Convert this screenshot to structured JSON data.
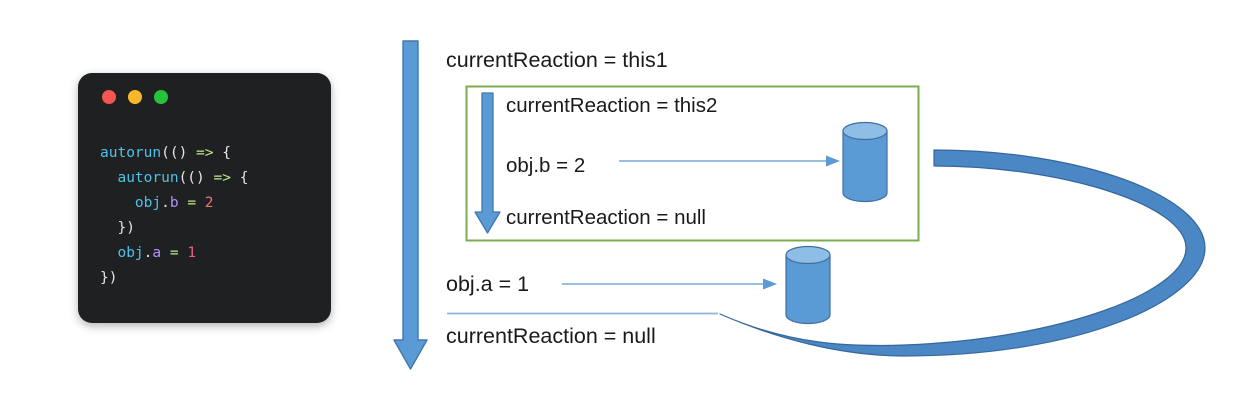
{
  "code_window": {
    "name": "code-snippet-window",
    "traffic_lights": [
      {
        "name": "close-button",
        "color": "#f1564f"
      },
      {
        "name": "minimize-button",
        "color": "#fbb72c"
      },
      {
        "name": "maximize-button",
        "color": "#27c23d"
      }
    ],
    "lines": [
      {
        "indent": 0,
        "tokens": [
          {
            "t": "autorun",
            "c": "fn"
          },
          {
            "t": "(() ",
            "c": "punct"
          },
          {
            "t": "=>",
            "c": "arrow"
          },
          {
            "t": " {",
            "c": "brace"
          }
        ]
      },
      {
        "indent": 1,
        "tokens": [
          {
            "t": "autorun",
            "c": "fn"
          },
          {
            "t": "(() ",
            "c": "punct"
          },
          {
            "t": "=>",
            "c": "arrow"
          },
          {
            "t": " {",
            "c": "brace"
          }
        ]
      },
      {
        "indent": 2,
        "tokens": [
          {
            "t": "obj",
            "c": "obj"
          },
          {
            "t": ".",
            "c": "punct"
          },
          {
            "t": "b",
            "c": "prop"
          },
          {
            "t": " ",
            "c": "punct"
          },
          {
            "t": "=",
            "c": "eq"
          },
          {
            "t": " ",
            "c": "punct"
          },
          {
            "t": "2",
            "c": "num"
          }
        ]
      },
      {
        "indent": 1,
        "tokens": [
          {
            "t": "})",
            "c": "brace"
          }
        ]
      },
      {
        "indent": 1,
        "tokens": [
          {
            "t": "obj",
            "c": "obj"
          },
          {
            "t": ".",
            "c": "punct"
          },
          {
            "t": "a",
            "c": "prop"
          },
          {
            "t": " ",
            "c": "punct"
          },
          {
            "t": "=",
            "c": "eq"
          },
          {
            "t": " ",
            "c": "punct"
          },
          {
            "t": "1",
            "c": "num2"
          }
        ]
      },
      {
        "indent": 0,
        "tokens": [
          {
            "t": "})",
            "c": "brace"
          }
        ]
      }
    ],
    "plain_text": "autorun(() => {\n  autorun(() => {\n    obj.b = 2\n  })\n  obj.a = 1\n})"
  },
  "diagram": {
    "labels": {
      "outer_reaction_start": "currentReaction = this1",
      "inner_reaction_start": "currentReaction = this2",
      "inner_assignment": "obj.b = 2",
      "inner_reaction_end": "currentReaction = null",
      "outer_assignment": "obj.a = 1",
      "outer_reaction_end": "currentReaction = null"
    },
    "objects": [
      {
        "name": "observable-b-cylinder",
        "label": ""
      },
      {
        "name": "observable-a-cylinder",
        "label": ""
      }
    ],
    "colors": {
      "arrow_blue": "#4a87c4",
      "arrow_blue_fill": "#5b9bd5",
      "arrow_blue_stroke": "#3e77ae",
      "cylinder_body": "#5b9bd5",
      "cylinder_top": "#8ebde6",
      "cylinder_stroke": "#3f6f9f",
      "thin_arrow": "#8ab4dd",
      "green_box_border": "#7dab52",
      "code_bg": "#1e2022",
      "text": "#1a1a1a"
    }
  }
}
